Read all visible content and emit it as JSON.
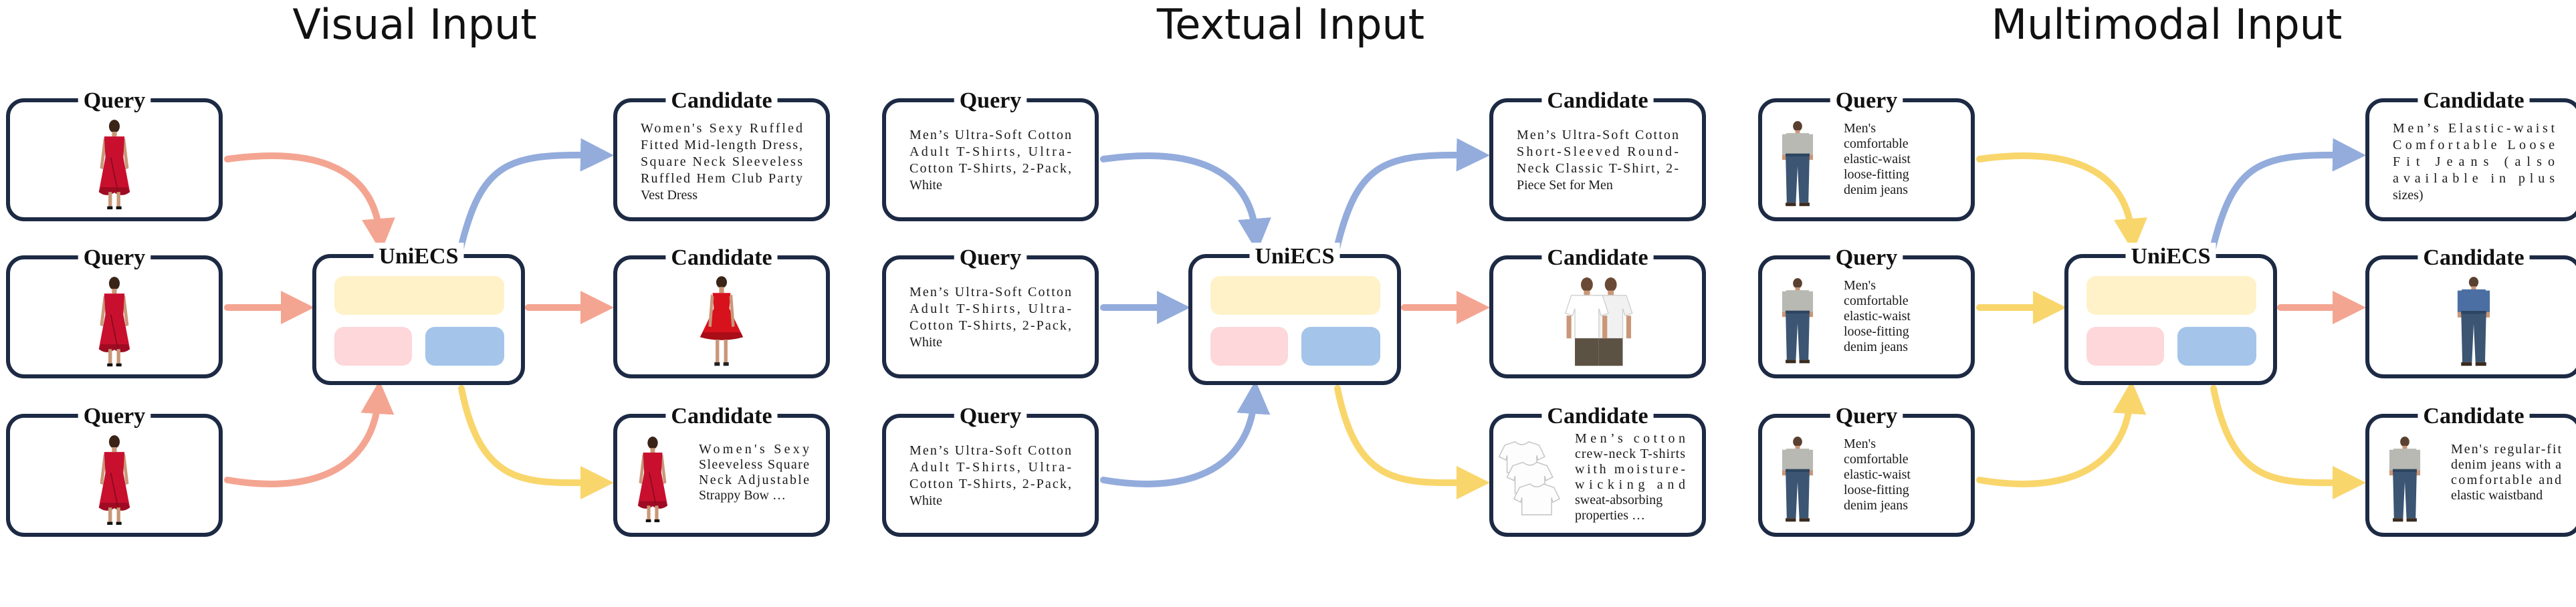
{
  "sections": [
    {
      "title": "Visual Input",
      "queries": [
        {
          "label": "Query",
          "kind": "image",
          "image": "red-dress-icon"
        },
        {
          "label": "Query",
          "kind": "image",
          "image": "red-dress-icon"
        },
        {
          "label": "Query",
          "kind": "image",
          "image": "red-dress-icon"
        }
      ],
      "model": "UniECS",
      "candidates": [
        {
          "label": "Candidate",
          "kind": "text",
          "lines": [
            "Women's Sexy Ruffled",
            "Fitted Mid-length Dress,",
            "Square Neck Sleeveless",
            "Ruffled Hem Club Party",
            "Vest Dress"
          ]
        },
        {
          "label": "Candidate",
          "kind": "image",
          "image": "red-mini-dress-icon"
        },
        {
          "label": "Candidate",
          "kind": "mixed",
          "image": "red-dress-model-icon",
          "lines": [
            "Women's Sexy",
            "Sleeveless Square",
            "Neck Adjustable",
            "Strappy Bow …"
          ]
        }
      ]
    },
    {
      "title": "Textual Input",
      "queries": [
        {
          "label": "Query",
          "kind": "text",
          "lines": [
            "Men’s Ultra-Soft Cotton",
            "Adult T-Shirts, Ultra-",
            "Cotton T-Shirts, 2-Pack,",
            "White"
          ]
        },
        {
          "label": "Query",
          "kind": "text",
          "lines": [
            "Men’s Ultra-Soft Cotton",
            "Adult T-Shirts, Ultra-",
            "Cotton T-Shirts, 2-Pack,",
            "White"
          ]
        },
        {
          "label": "Query",
          "kind": "text",
          "lines": [
            "Men’s Ultra-Soft Cotton",
            "Adult T-Shirts, Ultra-",
            "Cotton T-Shirts, 2-Pack,",
            "White"
          ]
        }
      ],
      "model": "UniECS",
      "candidates": [
        {
          "label": "Candidate",
          "kind": "text",
          "lines": [
            "Men’s Ultra-Soft Cotton",
            "Short-Sleeved Round-",
            "Neck Classic T-Shirt, 2-",
            "Piece Set for Men"
          ]
        },
        {
          "label": "Candidate",
          "kind": "image",
          "image": "white-tshirts-models-icon"
        },
        {
          "label": "Candidate",
          "kind": "mixed",
          "image": "white-tshirt-stack-icon",
          "lines": [
            "Men’s cotton",
            "crew-neck T-shirts",
            "with moisture-",
            "wicking and",
            "sweat-absorbing",
            "properties …"
          ]
        }
      ]
    },
    {
      "title": "Multimodal Input",
      "queries": [
        {
          "label": "Query",
          "kind": "mixed",
          "image": "denim-jeans-icon",
          "lines": [
            "Men's",
            "comfortable",
            "elastic-waist",
            "loose-fitting",
            "denim jeans"
          ]
        },
        {
          "label": "Query",
          "kind": "mixed",
          "image": "denim-jeans-icon",
          "lines": [
            "Men's",
            "comfortable",
            "elastic-waist",
            "loose-fitting",
            "denim jeans"
          ]
        },
        {
          "label": "Query",
          "kind": "mixed",
          "image": "denim-jeans-icon",
          "lines": [
            "Men's",
            "comfortable",
            "elastic-waist",
            "loose-fitting",
            "denim jeans"
          ]
        }
      ],
      "model": "UniECS",
      "candidates": [
        {
          "label": "Candidate",
          "kind": "text",
          "lines": [
            "Men’s Elastic-waist",
            "Comfortable Loose",
            "Fit Jeans (also",
            "available in plus",
            "sizes)"
          ]
        },
        {
          "label": "Candidate",
          "kind": "image",
          "image": "denim-outfit-model-icon"
        },
        {
          "label": "Candidate",
          "kind": "mixed",
          "image": "denim-jeans-model-icon",
          "lines": [
            "Men's regular-fit",
            "denim jeans with a",
            "comfortable and",
            "elastic waistband"
          ]
        }
      ]
    }
  ],
  "colors": {
    "salmon": "#f4a592",
    "blue": "#93acdc",
    "yellow": "#f9d66c",
    "panel_yellow": "#fff2c8",
    "panel_pink": "#fdd7d9",
    "panel_blue": "#a4c4ea",
    "box_stroke": "#1d2a44"
  }
}
